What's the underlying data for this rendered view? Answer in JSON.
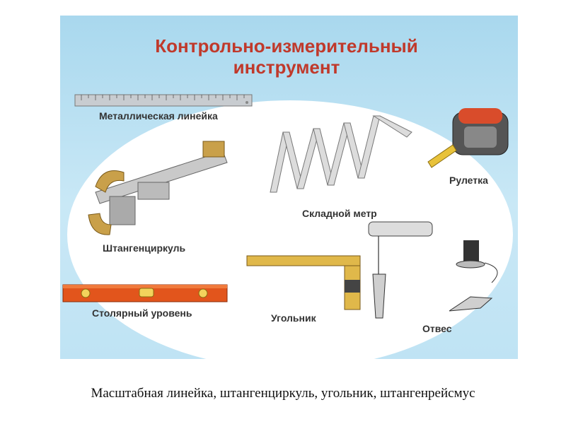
{
  "slide": {
    "title_line1": "Контрольно-измерительный",
    "title_line2": "инструмент",
    "tools": {
      "metal_ruler": "Металлическая линейка",
      "folding_meter": "Складной метр",
      "tape_measure": "Рулетка",
      "caliper": "Штангенциркуль",
      "carpenter_level": "Столярный уровень",
      "square": "Угольник",
      "plumb_bob": "Отвес"
    }
  },
  "caption": "Масштабная линейка, штангенциркуль, угольник, штангенрейсмус"
}
